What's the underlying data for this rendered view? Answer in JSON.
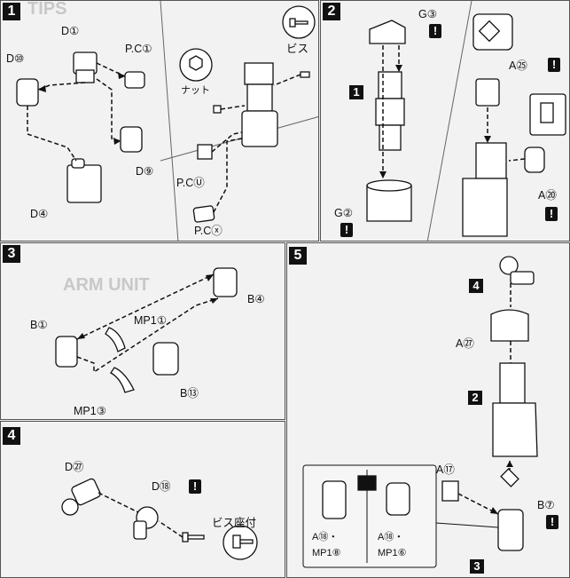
{
  "step1": {
    "num": "1",
    "d1": "D①",
    "pci": "P.C①",
    "d10": "D⑩",
    "bis": "ビス",
    "nut": "ナット",
    "d9": "D⑨",
    "d4": "D④",
    "pcu": "P.CⓊ",
    "pcx": "P.Cⓧ",
    "header_fragment": "TIPS"
  },
  "step2": {
    "num": "2",
    "g3": "G③",
    "a25": "A㉕",
    "a20": "A⑳",
    "g2": "G②",
    "sub_num": "1",
    "warn": "!"
  },
  "step3": {
    "num": "3",
    "b1": "B①",
    "mp1_1": "MP1①",
    "b4": "B④",
    "b13": "B⑬",
    "mp1_3": "MP1③",
    "header_fragment": "ARM UNIT"
  },
  "step4": {
    "num": "4",
    "d27": "D㉗",
    "d18": "D⑱",
    "bis_washer": "ビス座付",
    "warn": "!"
  },
  "step5": {
    "num": "5",
    "sub4": "4",
    "a27": "A㉗",
    "sub2": "2",
    "a17": "A⑰",
    "b7": "B⑦",
    "sub3": "3",
    "opt_a": "A⑱・",
    "opt_a_mp": "MP1⑧",
    "opt_b": "A⑱・",
    "opt_b_mp": "MP1⑥",
    "warn": "!"
  }
}
